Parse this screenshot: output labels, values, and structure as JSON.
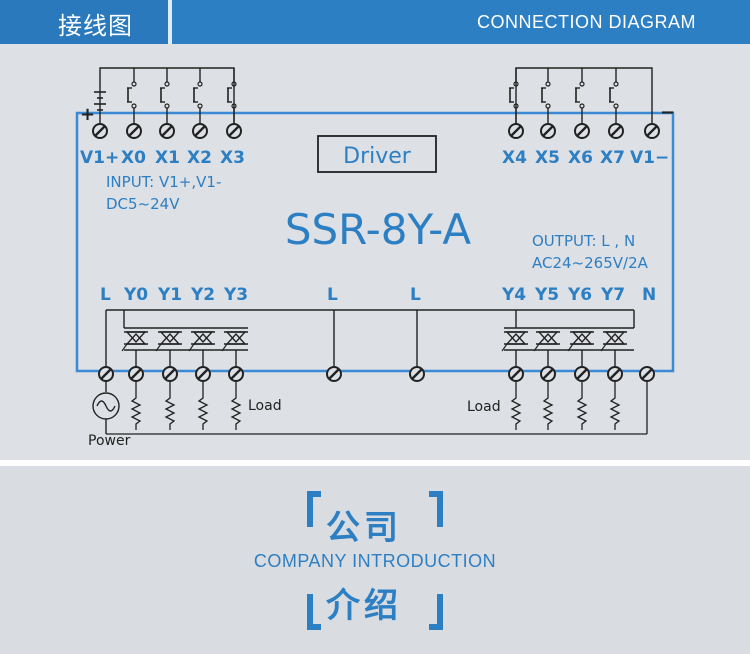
{
  "header": {
    "title_cn": "接线图",
    "title_en": "CONNECTION  DIAGRAM"
  },
  "diagram": {
    "driver_label": "Driver",
    "model": "SSR-8Y-A",
    "input_terminals": [
      "V1+",
      "X0",
      "X1",
      "X2",
      "X3"
    ],
    "input_terminals_right": [
      "X4",
      "X5",
      "X6",
      "X7",
      "V1−"
    ],
    "input_spec_line1": "INPUT: V1+,V1-",
    "input_spec_line2": "DC5~24V",
    "output_spec_line1": "OUTPUT: L , N",
    "output_spec_line2": "AC24~265V/2A",
    "output_terminals_left": [
      "L",
      "Y0",
      "Y1",
      "Y2",
      "Y3"
    ],
    "output_terminals_mid": [
      "L",
      "L"
    ],
    "output_terminals_right": [
      "Y4",
      "Y5",
      "Y6",
      "Y7",
      "N"
    ],
    "plus_sign": "+",
    "minus_sign": "−",
    "load_left": "Load",
    "load_right": "Load",
    "power_label": "Power",
    "colors": {
      "blue": "#2d7fc4",
      "line": "#222222",
      "board_line": "#3b8ad6"
    }
  },
  "company": {
    "title_line1": "公司",
    "subtitle": "COMPANY  INTRODUCTION",
    "title_line2": "介绍"
  }
}
